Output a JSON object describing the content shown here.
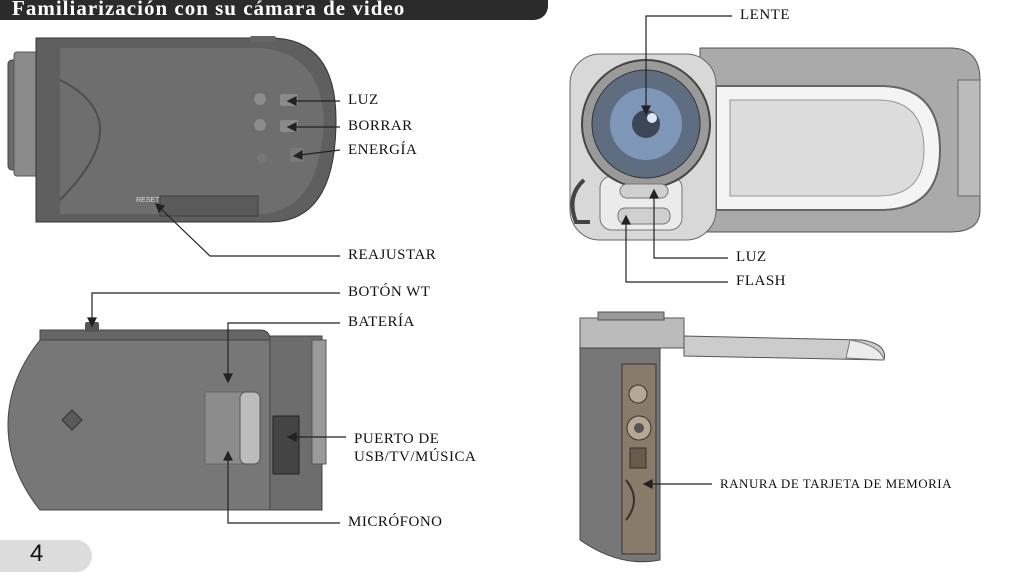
{
  "header": {
    "title": "Familiarización con su cámara de video"
  },
  "labels": {
    "luz_top": "LUZ",
    "borrar": "BORRAR",
    "energia": "ENERGÍA",
    "reajustar": "REAJUSTAR",
    "boton_wt": "BOTÓN WT",
    "bateria": "BATERÍA",
    "puerto_1": "PUERTO DE",
    "puerto_2": "USB/TV/MÚSICA",
    "microfono": "MICRÓFONO",
    "lente": "LENTE",
    "luz_front": "LUZ",
    "flash": "FLASH",
    "ranura": "RANURA DE TARJETA DE MEMORIA"
  },
  "camera": {
    "reset_text": "RESET"
  },
  "footer": {
    "page_number": "4"
  }
}
